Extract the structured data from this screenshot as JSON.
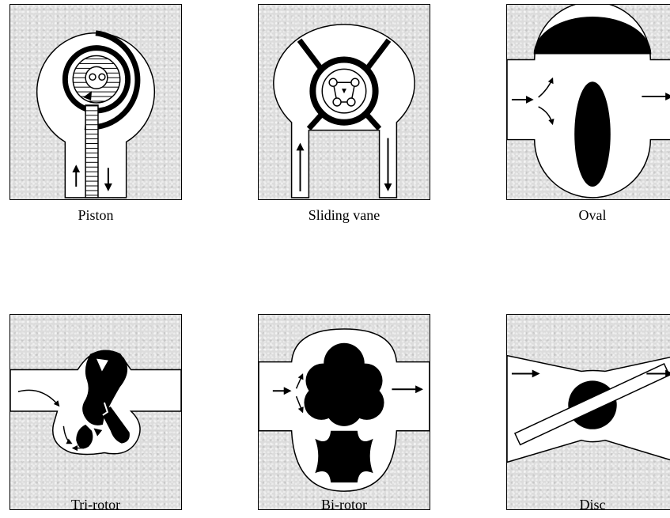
{
  "diagrams": [
    {
      "caption": "Piston",
      "icon": "piston-meter-icon"
    },
    {
      "caption": "Sliding vane",
      "icon": "sliding-vane-meter-icon"
    },
    {
      "caption": "Oval",
      "icon": "oval-gear-meter-icon"
    },
    {
      "caption": "Tri-rotor",
      "icon": "tri-rotor-meter-icon"
    },
    {
      "caption": "Bi-rotor",
      "icon": "bi-rotor-meter-icon"
    },
    {
      "caption": "Disc",
      "icon": "nutating-disc-meter-icon"
    }
  ]
}
